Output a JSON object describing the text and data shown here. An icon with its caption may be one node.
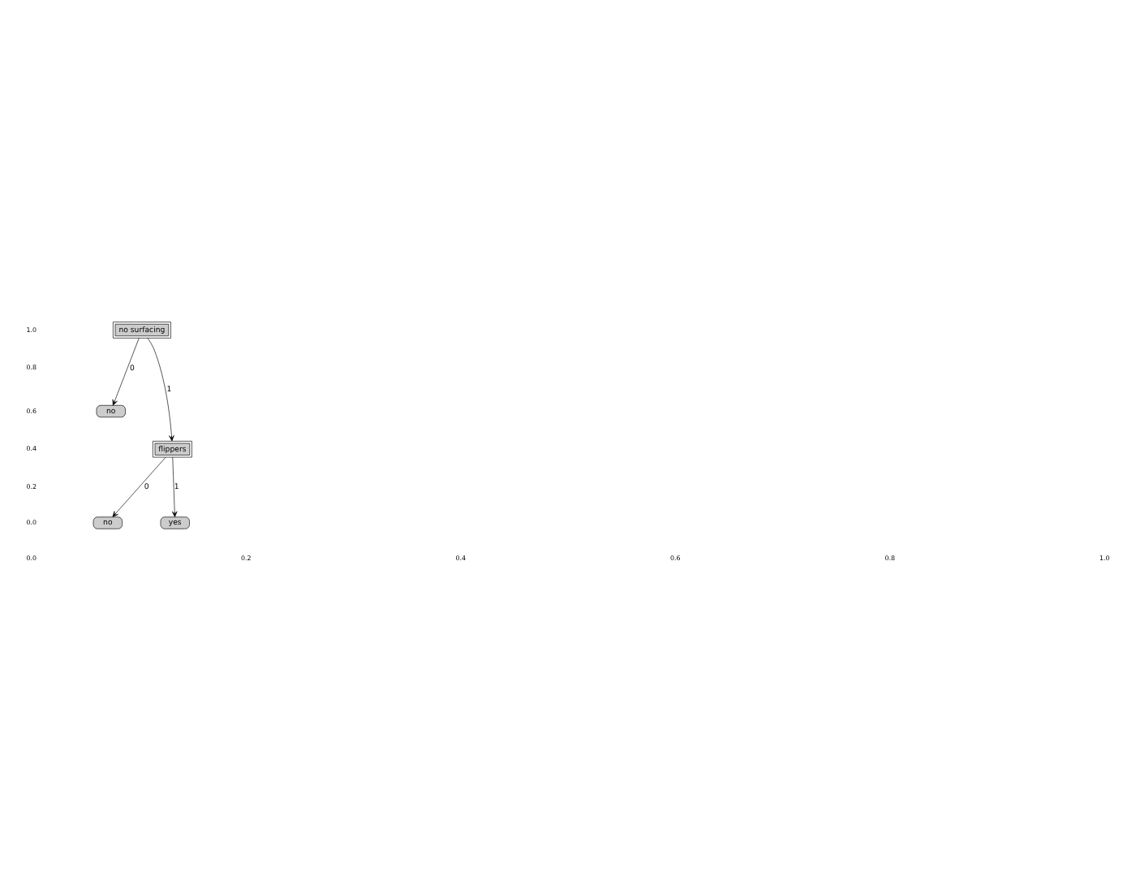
{
  "diagram": {
    "nodes": [
      {
        "text": [
          "no surfacing"
        ]
      },
      {
        "text": [
          "no"
        ]
      },
      {
        "text": [
          "flippers"
        ]
      },
      {
        "text": [
          "no"
        ]
      },
      {
        "text": [
          "yes"
        ]
      }
    ],
    "edges": [
      {
        "from": 0,
        "to": 1,
        "arrow": "to",
        "label": "0"
      },
      {
        "from": 0,
        "to": 2,
        "arrow": "to",
        "label": "1"
      },
      {
        "from": 2,
        "to": 3,
        "arrow": "to",
        "label": "0"
      },
      {
        "from": 2,
        "to": 4,
        "arrow": "to",
        "label": "1"
      }
    ],
    "labels": [
      "1.0",
      "0.8",
      "0.6",
      "0.4",
      "0.2",
      "0.0",
      "0.0",
      "0.2",
      "0.4",
      "0.6",
      "0.8",
      "1.0"
    ]
  }
}
